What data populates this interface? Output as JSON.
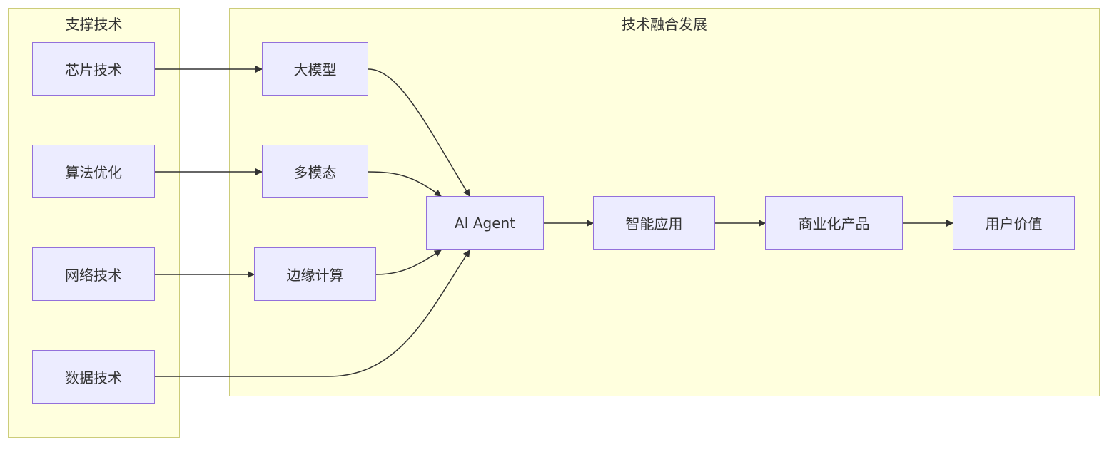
{
  "clusters": {
    "support": {
      "title": "支撑技术"
    },
    "fusion": {
      "title": "技术融合发展"
    }
  },
  "nodes": {
    "chip": "芯片技术",
    "algo": "算法优化",
    "network": "网络技术",
    "data": "数据技术",
    "llm": "大模型",
    "multimodal": "多模态",
    "edge": "边缘计算",
    "agent": "AI Agent",
    "app": "智能应用",
    "commercial": "商业化产品",
    "uservalue": "用户价值"
  },
  "edges": [
    [
      "chip",
      "llm"
    ],
    [
      "algo",
      "multimodal"
    ],
    [
      "network",
      "edge"
    ],
    [
      "data",
      "agent"
    ],
    [
      "llm",
      "agent"
    ],
    [
      "multimodal",
      "agent"
    ],
    [
      "edge",
      "agent"
    ],
    [
      "agent",
      "app"
    ],
    [
      "app",
      "commercial"
    ],
    [
      "commercial",
      "uservalue"
    ]
  ],
  "colors": {
    "cluster_fill": "#ffffde",
    "cluster_border": "#cccc7a",
    "node_fill": "#ececff",
    "node_border": "#9370db",
    "edge": "#333333"
  }
}
